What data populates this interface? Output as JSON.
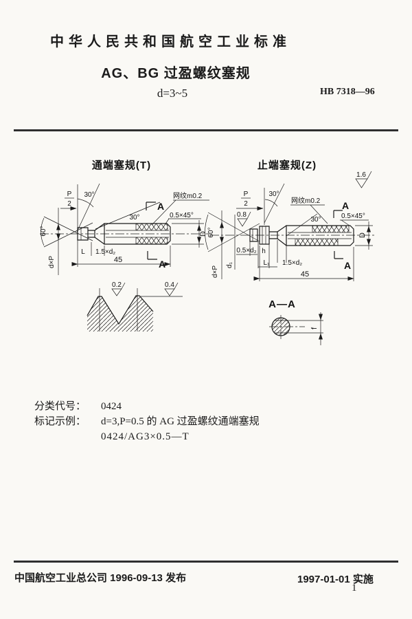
{
  "header": {
    "org_title": "中华人民共和国航空工业标准",
    "doc_title": "AG、BG 过盈螺纹塞规",
    "size_range": "d=3~5",
    "std_no": "HB 7318—96"
  },
  "drawing": {
    "go": {
      "title": "通端塞规(T)",
      "angle30": "30°",
      "angle60": "60°",
      "p_num": "P",
      "p_den": "2",
      "dxp": "d×P",
      "knurl": "网纹m0.2",
      "chamfer": "0.5×45°",
      "section_mark": "A",
      "dim_L": "L",
      "dim_15d2": "1.5×d₂",
      "dim_45": "45",
      "dim_D": "D"
    },
    "nogo": {
      "title": "止端塞规(Z)",
      "ra_handle": "1.6",
      "ra_thread": "0.8",
      "angle30": "30°",
      "angle60": "60°",
      "p_num": "P",
      "p_den": "2",
      "dxp": "d×P",
      "dim_d1": "d₁",
      "knurl": "网纹m0.2",
      "chamfer": "0.5×45°",
      "section_mark": "A",
      "dim_05d2": "0.5×d₂",
      "dim_h": "h",
      "dim_L1": "L₁",
      "dim_15d2": "1.5×d₂",
      "dim_45": "45",
      "dim_D": "D"
    },
    "thread_detail": {
      "ra_flank": "0.2",
      "ra_crest": "0.4"
    },
    "section": {
      "title": "A—A",
      "dim_f": "f"
    }
  },
  "body": {
    "class_label": "分类代号：",
    "class_code": "0424",
    "example_label": "标记示例：",
    "example_desc": "d=3,P=0.5 的 AG 过盈螺纹通端塞规",
    "example_code": "0424/AG3×0.5—T"
  },
  "footer": {
    "publisher": "中国航空工业总公司 1996-09-13 发布",
    "effective": "1997-01-01 实施",
    "page_no": "1"
  }
}
